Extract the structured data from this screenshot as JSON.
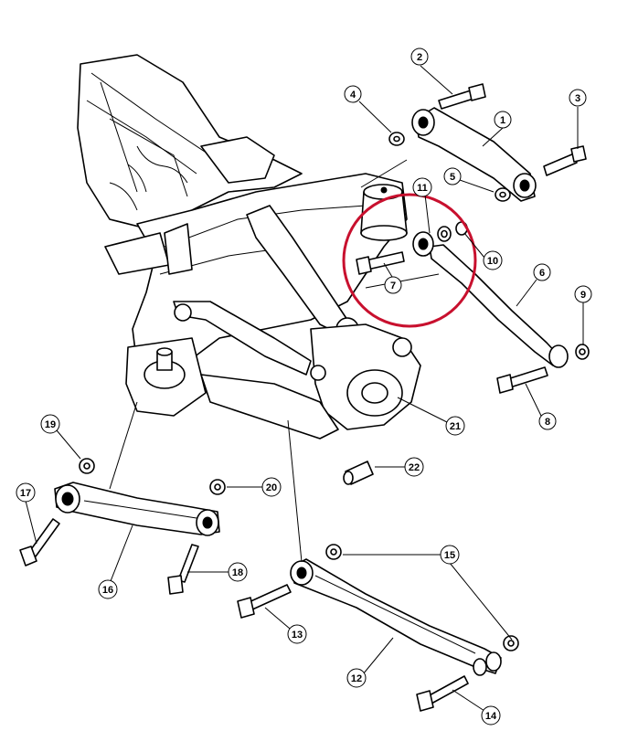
{
  "diagram": {
    "callouts": [
      {
        "id": "c1",
        "label": "1"
      },
      {
        "id": "c2",
        "label": "2"
      },
      {
        "id": "c3",
        "label": "3"
      },
      {
        "id": "c4",
        "label": "4"
      },
      {
        "id": "c5",
        "label": "5"
      },
      {
        "id": "c6",
        "label": "6"
      },
      {
        "id": "c7",
        "label": "7"
      },
      {
        "id": "c8",
        "label": "8"
      },
      {
        "id": "c9",
        "label": "9"
      },
      {
        "id": "c10",
        "label": "10"
      },
      {
        "id": "c11",
        "label": "11"
      },
      {
        "id": "c12",
        "label": "12"
      },
      {
        "id": "c13",
        "label": "13"
      },
      {
        "id": "c14",
        "label": "14"
      },
      {
        "id": "c15",
        "label": "15"
      },
      {
        "id": "c16",
        "label": "16"
      },
      {
        "id": "c17",
        "label": "17"
      },
      {
        "id": "c18",
        "label": "18"
      },
      {
        "id": "c19",
        "label": "19"
      },
      {
        "id": "c20",
        "label": "20"
      },
      {
        "id": "c21",
        "label": "21"
      },
      {
        "id": "c22",
        "label": "22"
      }
    ],
    "highlight_color": "#c8102e",
    "line_color": "#000000"
  }
}
